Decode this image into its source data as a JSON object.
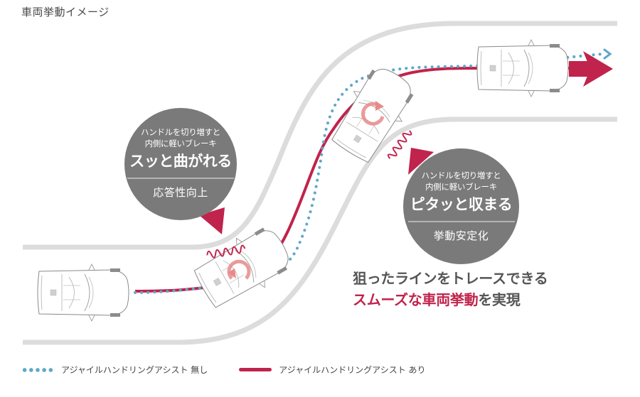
{
  "header": {
    "title": "車両挙動イメージ"
  },
  "callouts": [
    {
      "line1": "ハンドルを切り増すと",
      "line2": "内側に軽いブレーキ",
      "headline": "スッと曲がれる",
      "result": "応答性向上"
    },
    {
      "line1": "ハンドルを切り増すと",
      "line2": "内側に軽いブレーキ",
      "headline": "ピタッと収まる",
      "result": "挙動安定化"
    }
  ],
  "tagline": {
    "line1": "狙ったラインをトレースできる",
    "line2_highlight": "スムーズな車両挙動",
    "line2_rest": "を実現"
  },
  "legend": [
    {
      "style": "dotted",
      "color": "#5fa8c8",
      "label": "アジャイルハンドリングアシスト 無し"
    },
    {
      "style": "solid",
      "color": "#c0234c",
      "label": "アジャイルハンドリングアシスト あり"
    }
  ],
  "colors": {
    "accent": "#c0234c",
    "without_assist": "#5fa8c8",
    "road": "#dcdcdc",
    "bubble": "#7a7a7a",
    "rotation_arrow": "#e88a8a"
  },
  "icons": {
    "rotation": "rotation-arrow-icon",
    "vibration": "vibration-wave-icon",
    "direction": "direction-arrow-icon",
    "pointer": "pointer-triangle-icon"
  }
}
